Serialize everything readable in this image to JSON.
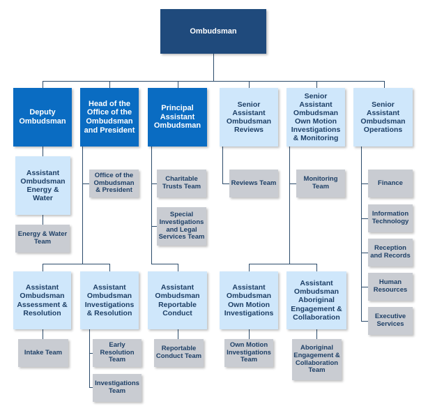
{
  "top": "Ombudsman",
  "level1": [
    "Deputy Ombudsman",
    "Head of the Office of the Ombudsman and President",
    "Principal Assistant Ombudsman",
    "Senior Assistant Ombudsman Reviews",
    "Senior Assistant Ombudsman Own Motion Investigations & Monitoring",
    "Senior Assistant Ombudsman Operations"
  ],
  "assistants": {
    "energy": "Assistant Ombudsman Energy & Water",
    "assessment": "Assistant Ombudsman Assessment & Resolution",
    "investigations": "Assistant Ombudsman Investigations & Resolution",
    "reportable": "Assistant Ombudsman Reportable Conduct",
    "own_motion": "Assistant Ombudsman Own Motion Investigations",
    "aboriginal": "Assistant Ombudsman Aboriginal Engagement & Collaboration"
  },
  "teams": {
    "energy": "Energy & Water Team",
    "office": "Office of the Ombudsman & President",
    "charitable": "Charitable Trusts Team",
    "special": "Special Investigations and Legal Services Team",
    "reviews": "Reviews Team",
    "monitoring": "Monitoring Team",
    "finance": "Finance",
    "it": "Information Technology",
    "reception": "Reception and Records",
    "hr": "Human Resources",
    "executive": "Executive Services",
    "intake": "Intake Team",
    "early": "Early Resolution Team",
    "investigations": "Investigations Team",
    "reportable": "Reportable Conduct Team",
    "own_motion": "Own Motion Investigations Team",
    "aboriginal": "Aboriginal Engagement & Collaboration Team"
  }
}
